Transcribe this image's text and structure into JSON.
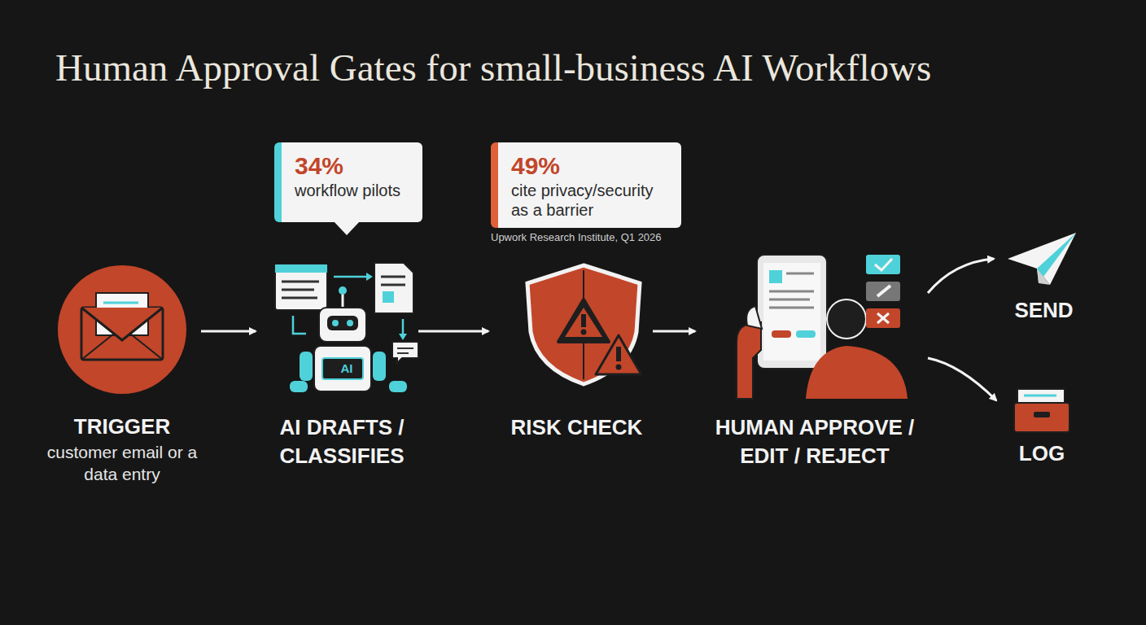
{
  "diagram": {
    "title": "Human Approval Gates for small-business AI Workflows",
    "nodes": [
      {
        "text": [
          "34%",
          "workflow pilots"
        ]
      },
      {
        "text": [
          "49%",
          "cite privacy/security as a barrier"
        ]
      },
      {
        "text": [
          "TRIGGER",
          "customer email or a data entry"
        ]
      },
      {
        "text": [
          "AI DRAFTS / CLASSIFIES"
        ]
      },
      {
        "text": [
          "RISK CHECK"
        ]
      },
      {
        "text": [
          "HUMAN APPROVE / EDIT / REJECT"
        ]
      },
      {
        "text": [
          "SEND"
        ]
      },
      {
        "text": [
          "LOG"
        ]
      }
    ],
    "edges": [
      {
        "from": 2,
        "to": 3,
        "arrow": "to"
      },
      {
        "from": 3,
        "to": 4,
        "arrow": "to"
      },
      {
        "from": 4,
        "to": 5,
        "arrow": "to"
      },
      {
        "from": 5,
        "to": 6,
        "arrow": "to"
      },
      {
        "from": 5,
        "to": 7,
        "arrow": "to"
      }
    ],
    "labels": [
      "AI",
      "Upwork Research Institute, Q1 2026"
    ]
  }
}
